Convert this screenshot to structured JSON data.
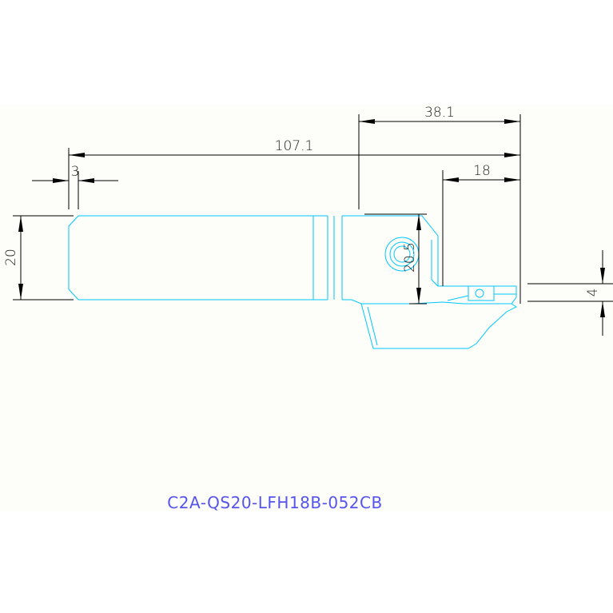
{
  "drawing": {
    "part_number": "C2A-QS20-LFH18B-052CB",
    "dimensions": {
      "overall_length": "107.1",
      "head_length": "38.1",
      "max_depth": "18",
      "chamfer": "3",
      "shank_height": "20",
      "head_height": "20.5",
      "insert_width": "4"
    },
    "colors": {
      "background": "#fdfdf9",
      "dimension_lines": "#000000",
      "part_outline": "#00c8ff",
      "title_text": "#5555ee"
    }
  }
}
